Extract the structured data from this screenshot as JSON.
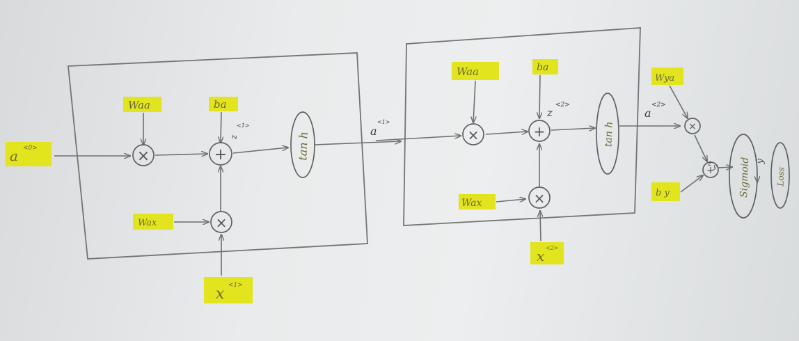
{
  "labels": {
    "a0": "a",
    "a0_sup": "<0>",
    "waa1": "Waa",
    "ba1": "ba",
    "wax1": "Wax",
    "x1": "x",
    "x1_sup": "<1>",
    "z1": "z",
    "z1_sup": "<1>",
    "tanh1": "tan h",
    "a1": "a",
    "a1_sup": "<1>",
    "waa2": "Waa",
    "ba2": "ba",
    "wax2": "Wax",
    "x2": "x",
    "x2_sup": "<2>",
    "z2": "z",
    "z2_sup": "<2>",
    "tanh2": "tan h",
    "a2": "a",
    "a2_sup": "<2>",
    "wya": "Wya",
    "by": "b y",
    "zy": "z",
    "zy_sub": "y",
    "sigmoid": "Sigmoid",
    "yhat": "ŷ",
    "loss": "Loss"
  },
  "symbols": {
    "times": "×",
    "plus": "+"
  },
  "colors": {
    "highlight": "#e2e41d",
    "pencil": "#6d6f70"
  }
}
